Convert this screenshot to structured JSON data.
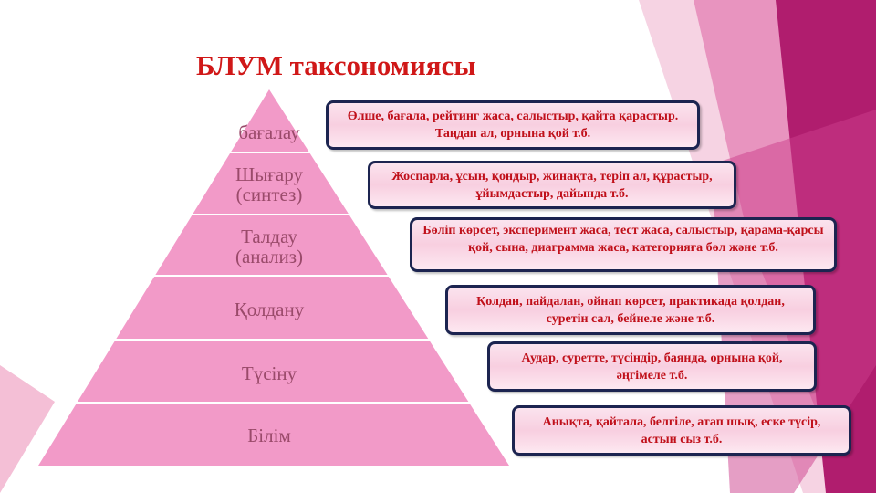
{
  "title": "БЛУМ таксономиясы",
  "colors": {
    "title": "#d01818",
    "pyramid": "#f29ac8",
    "box_border": "#1c2450",
    "box_text": "#c0101a"
  },
  "pyramid_levels": [
    {
      "label": "бағалау",
      "description": "Өлше, бағала, рейтинг жаса, салыстыр, қайта қарастыр. Таңдап ал, орнына қой т.б."
    },
    {
      "label": "Шығару\n(синтез)",
      "description": "Жоспарла, ұсын, қондыр, жинақта, теріп ал, құрастыр, ұйымдастыр, дайында т.б."
    },
    {
      "label": "Талдау\n(анализ)",
      "description": "Бөліп көрсет, эксперимент жаса, тест жаса, салыстыр, қарама-қарсы қой, сына, диаграмма жаса, категорияға бөл және т.б."
    },
    {
      "label": "Қолдану",
      "description": "Қолдан, пайдалан, ойнап көрсет, практикада қолдан, суретін сал, бейнеле және т.б."
    },
    {
      "label": "Түсіну",
      "description": "Аудар, суретте,  түсіндір, баянда, орнына қой, әңгімеле  т.б."
    },
    {
      "label": "Білім",
      "description": "Анықта, қайтала, белгіле, атап шық, еске түсір, астын сыз т.б."
    }
  ]
}
